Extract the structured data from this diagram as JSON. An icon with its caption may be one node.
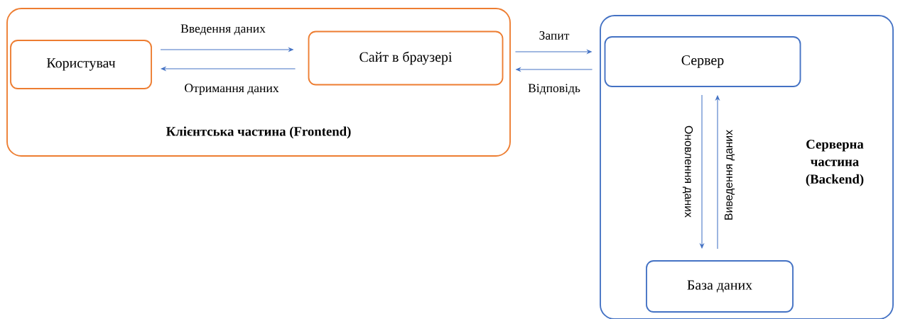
{
  "diagram": {
    "nodes": [
      {
        "text": [
          "**Клієнтська частина (Frontend)**"
        ]
      },
      {
        "text": [
          "Користувач"
        ],
        "in": 0
      },
      {
        "text": [
          "Сайт в браузері"
        ],
        "in": 0
      },
      {
        "text": [
          "**Серверна частина (Backend)**"
        ]
      },
      {
        "text": [
          "Сервер"
        ],
        "in": 3
      },
      {
        "text": [
          "База даних"
        ],
        "in": 3
      }
    ],
    "edges": [
      {
        "from": 1,
        "to": 2,
        "arrow": "to",
        "label": "Введення даних"
      },
      {
        "from": 2,
        "to": 1,
        "arrow": "to",
        "label": "Отримання даних"
      },
      {
        "from": 2,
        "to": 4,
        "arrow": "to",
        "label": "Запит"
      },
      {
        "from": 4,
        "to": 2,
        "arrow": "to",
        "label": "Відповідь"
      },
      {
        "from": 4,
        "to": 5,
        "arrow": "to",
        "label": "Оновлення даних"
      },
      {
        "from": 5,
        "to": 4,
        "arrow": "to",
        "label": "Виведення даних"
      }
    ]
  }
}
